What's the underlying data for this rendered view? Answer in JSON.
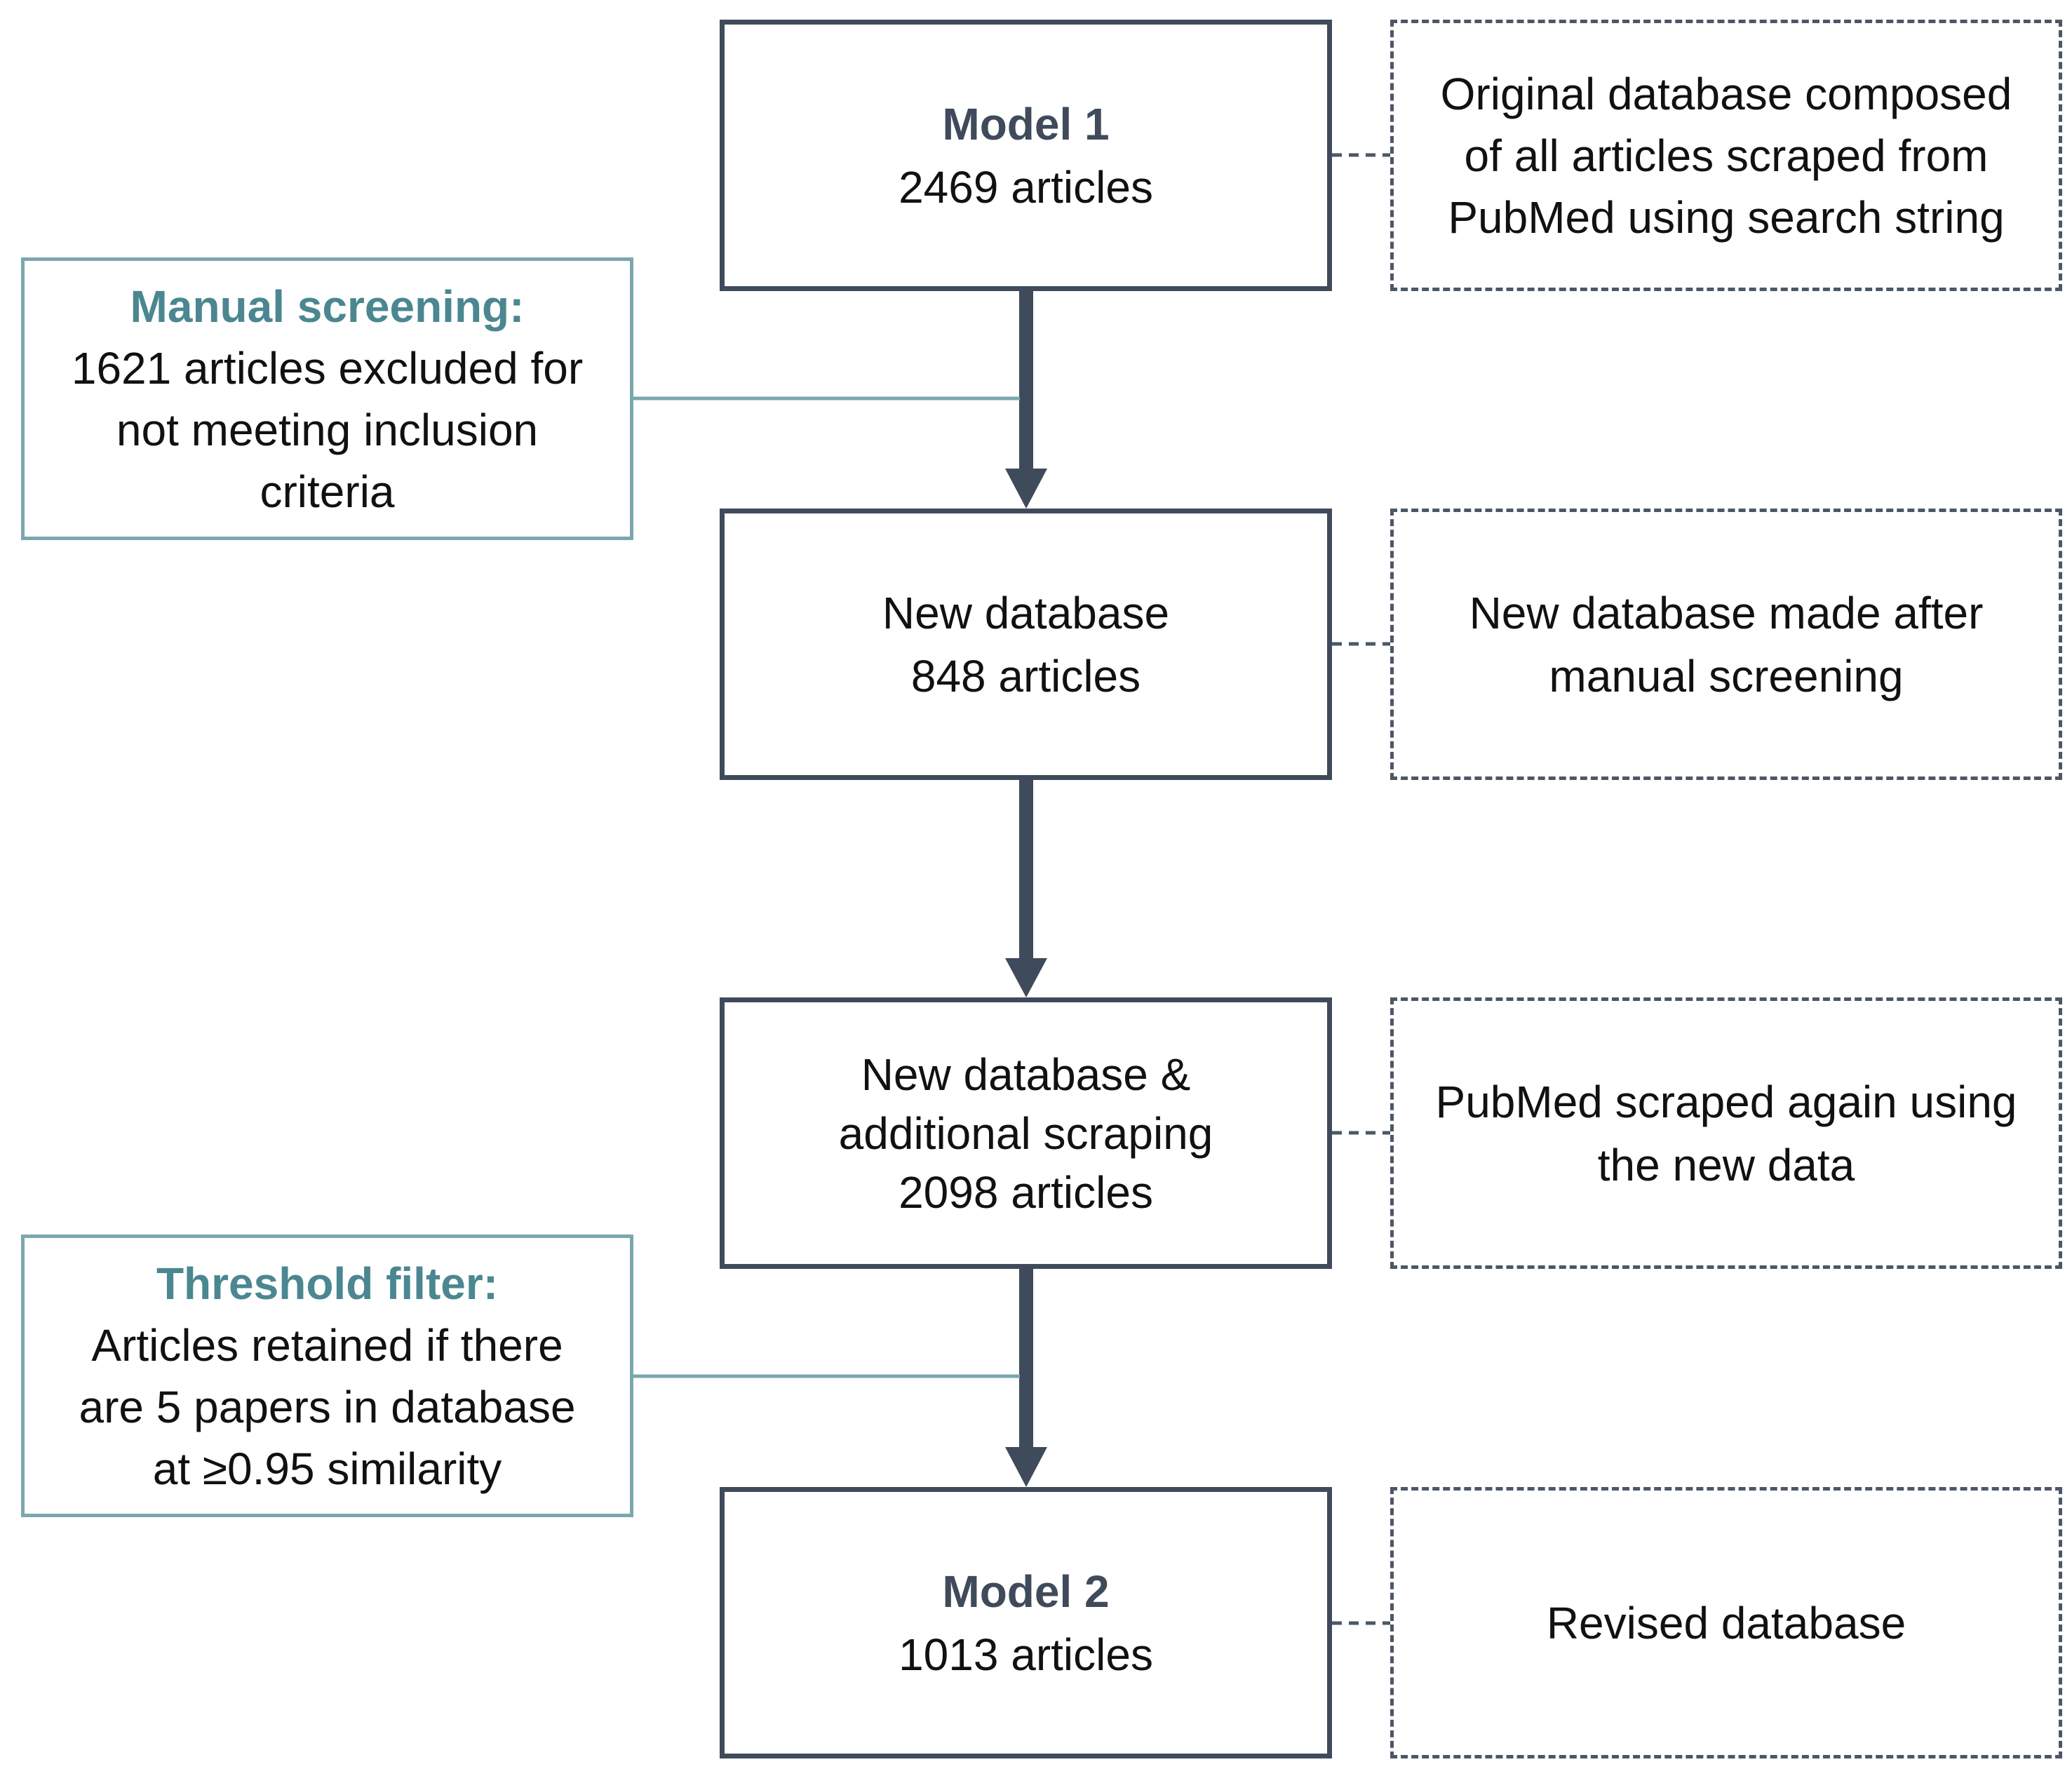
{
  "colors": {
    "main_border": "#3f4b5b",
    "arrow": "#3f4b5b",
    "side_border": "#7ba7ae",
    "side_title": "#4b8790",
    "note_border": "#4c5766"
  },
  "steps": [
    {
      "title": "Model 1",
      "count": "2469 articles",
      "note": [
        "Original database composed",
        "of all articles scraped from",
        "PubMed using search string"
      ]
    },
    {
      "lines": [
        "New database",
        "848 articles"
      ],
      "note": [
        "New database made after",
        "manual screening"
      ]
    },
    {
      "lines": [
        "New database &",
        "additional scraping",
        "2098 articles"
      ],
      "note": [
        "PubMed scraped again using",
        "the new data"
      ]
    },
    {
      "title": "Model 2",
      "count": "1013 articles",
      "note": [
        "Revised database"
      ]
    }
  ],
  "filters": {
    "manual": {
      "title": "Manual screening:",
      "lines": [
        "1621 articles excluded for",
        "not meeting inclusion",
        "criteria"
      ]
    },
    "threshold": {
      "title": "Threshold filter:",
      "lines": [
        "Articles retained if there",
        "are 5 papers in database",
        "at ≥0.95 similarity"
      ]
    }
  }
}
